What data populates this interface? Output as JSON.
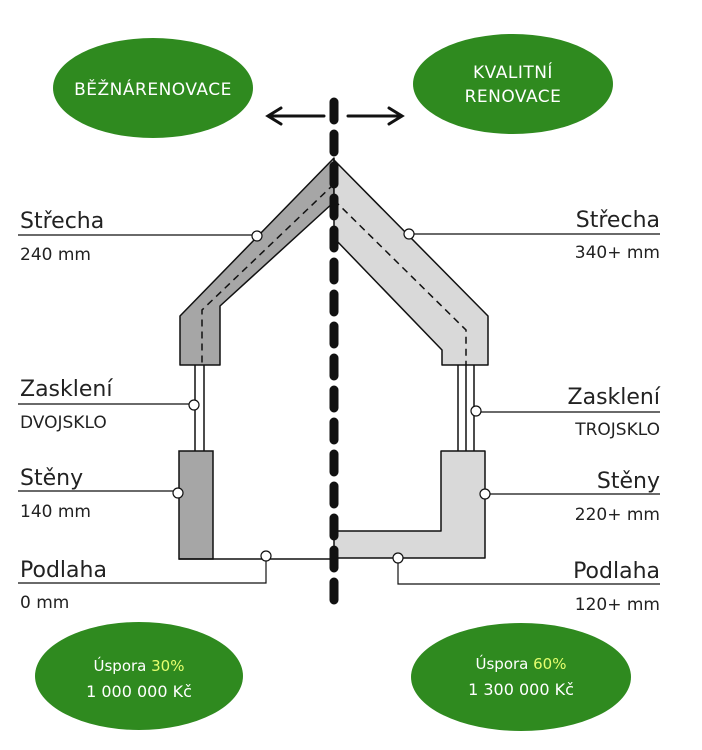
{
  "badges": {
    "top_left": "BĚŽNÁRENOVACE",
    "top_right_line1": "KVALITNÍ",
    "top_right_line2": "RENOVACE",
    "bottom_left_line1_prefix": "Úspora ",
    "bottom_left_line1_value": "30%",
    "bottom_left_line2": "1 000 000 Kč",
    "bottom_right_line1_prefix": "Úspora ",
    "bottom_right_line1_value": "60%",
    "bottom_right_line2": "1 300 000 Kč"
  },
  "left": {
    "roof_label": "Střecha",
    "roof_value": "240 mm",
    "glazing_label": "Zasklení",
    "glazing_value": "DVOJSKLO",
    "walls_label": "Stěny",
    "walls_value": "140 mm",
    "floor_label": "Podlaha",
    "floor_value": "0 mm"
  },
  "right": {
    "roof_label": "Střecha",
    "roof_value": "340+ mm",
    "glazing_label": "Zasklení",
    "glazing_value": "TROJSKLO",
    "walls_label": "Stěny",
    "walls_value": "220+ mm",
    "floor_label": "Podlaha",
    "floor_value": "120+ mm"
  },
  "colors": {
    "badge_green": "#2f8a1f",
    "left_insulation": "#a6a6a6",
    "right_insulation": "#d9d9d9",
    "ink": "#111111"
  }
}
